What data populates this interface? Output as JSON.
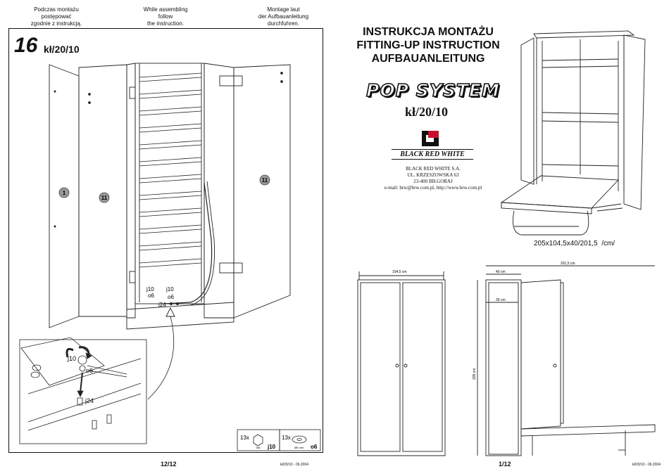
{
  "left_page": {
    "headers": [
      {
        "lines": [
          "Podczas montażu",
          "postępować",
          "zgodnie z instrukcją."
        ]
      },
      {
        "lines": [
          "While assembling",
          "follow",
          "the instruction."
        ]
      },
      {
        "lines": [
          "Montage laut",
          "der Aufbauanleitung",
          "durchfuhren."
        ]
      }
    ],
    "step_number": "16",
    "model_code": "kł/20/10",
    "part_labels": {
      "p1": "1",
      "p11a": "11",
      "p11b": "11"
    },
    "hardware_labels": {
      "j10a": "j10",
      "o6a": "o6",
      "j10b": "j10",
      "o6b": "o6",
      "j24a": "j24"
    },
    "inset_labels": {
      "j10": "j10",
      "o6": "o6",
      "j24": "j24"
    },
    "parts_box": [
      {
        "qty": "13x",
        "size": "M6",
        "code": "j10"
      },
      {
        "qty": "13x",
        "size": "Ø6 mm",
        "code": "o6"
      }
    ],
    "page_number": "12/12",
    "doc_code": "kł/20/10 - 06.2004"
  },
  "right_page": {
    "title_lines": [
      "INSTRUKCJA MONTAŻU",
      "FITTING-UP INSTRUCTION",
      "AUFBAUANLEITUNG"
    ],
    "product_name": "POP SYSTEM",
    "model_code": "kł/20/10",
    "brand_logo_text": "BLACK RED WHITE",
    "company": {
      "name": "BLACK RED WHITE S.A.",
      "street": "UL. KRZESZOWSKA 63",
      "city": "23-400 BIŁGORAJ",
      "contact": "e-mail: brw@brw.com.pl, http://www.brw.com.pl"
    },
    "dimensions": "205x104,5x40/201,5  /cm/",
    "drawing_labels": {
      "width": "104,5 cm",
      "depth": "40 cm",
      "length": "201,5 cm",
      "inner": "39 cm",
      "height": "205 cm"
    },
    "page_number": "1/12",
    "doc_code": "kł/20/10 - 06.2004"
  },
  "colors": {
    "line": "#222222",
    "gray_circle": "#9a9a9a",
    "logo_red": "#c8102e"
  }
}
